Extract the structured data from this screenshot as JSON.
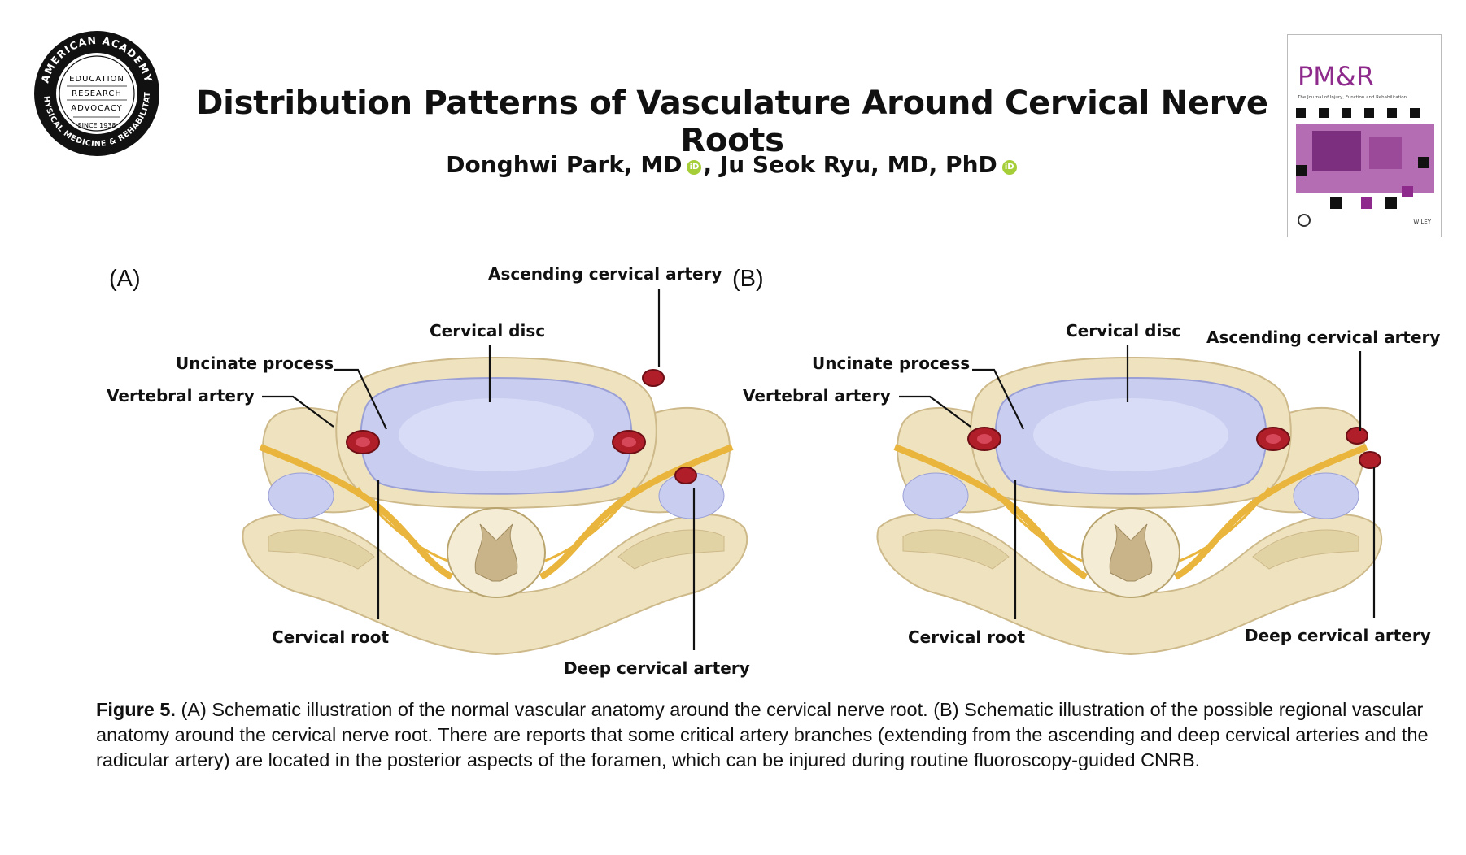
{
  "header": {
    "logo": {
      "ring_top": "AMERICAN ACADEMY",
      "ring_bottom": "OF PHYSICAL MEDICINE & REHABILITATION",
      "center_lines": [
        "EDUCATION",
        "RESEARCH",
        "ADVOCACY"
      ],
      "since": "SINCE 1938"
    },
    "title": "Distribution Patterns of Vasculature Around Cervical Nerve Roots",
    "authors": [
      {
        "name": "Donghwi Park, MD",
        "orcid": "iD"
      },
      {
        "name": "Ju Seok Ryu, MD, PhD",
        "orcid": "iD"
      }
    ],
    "author_separator": ", ",
    "journal_cover": {
      "title": "PM&R",
      "subtitle": "The Journal of Injury, Function and Rehabilitation",
      "publisher": "WILEY",
      "accent": "#8e2a8c"
    }
  },
  "figure": {
    "panel_a": {
      "label": "(A)",
      "labels": {
        "ascending": "Ascending cervical artery",
        "disc": "Cervical disc",
        "uncinate": "Uncinate process",
        "vertebral": "Vertebral artery",
        "root": "Cervical root",
        "deep": "Deep cervical artery"
      }
    },
    "panel_b": {
      "label": "(B)",
      "labels": {
        "disc": "Cervical disc",
        "ascending": "Ascending cervical artery",
        "uncinate": "Uncinate process",
        "vertebral": "Vertebral artery",
        "root": "Cervical root",
        "deep": "Deep cervical artery"
      }
    },
    "colors": {
      "bone": "#efe3bf",
      "bone_edge": "#cdb98a",
      "disc": "#c9cdf0",
      "nerve": "#e9b53c",
      "artery": "#b01e2a"
    }
  },
  "caption": {
    "label": "Figure 5.",
    "text": "(A) Schematic illustration of the normal vascular anatomy around the cervical nerve root. (B) Schematic illustration of the possible regional vascular anatomy around the cervical nerve root. There are reports that some critical artery branches (extending from the ascending and deep cervical arteries and the radicular artery) are located in the posterior aspects of the foramen, which can be injured during routine fluoroscopy-guided CNRB."
  }
}
